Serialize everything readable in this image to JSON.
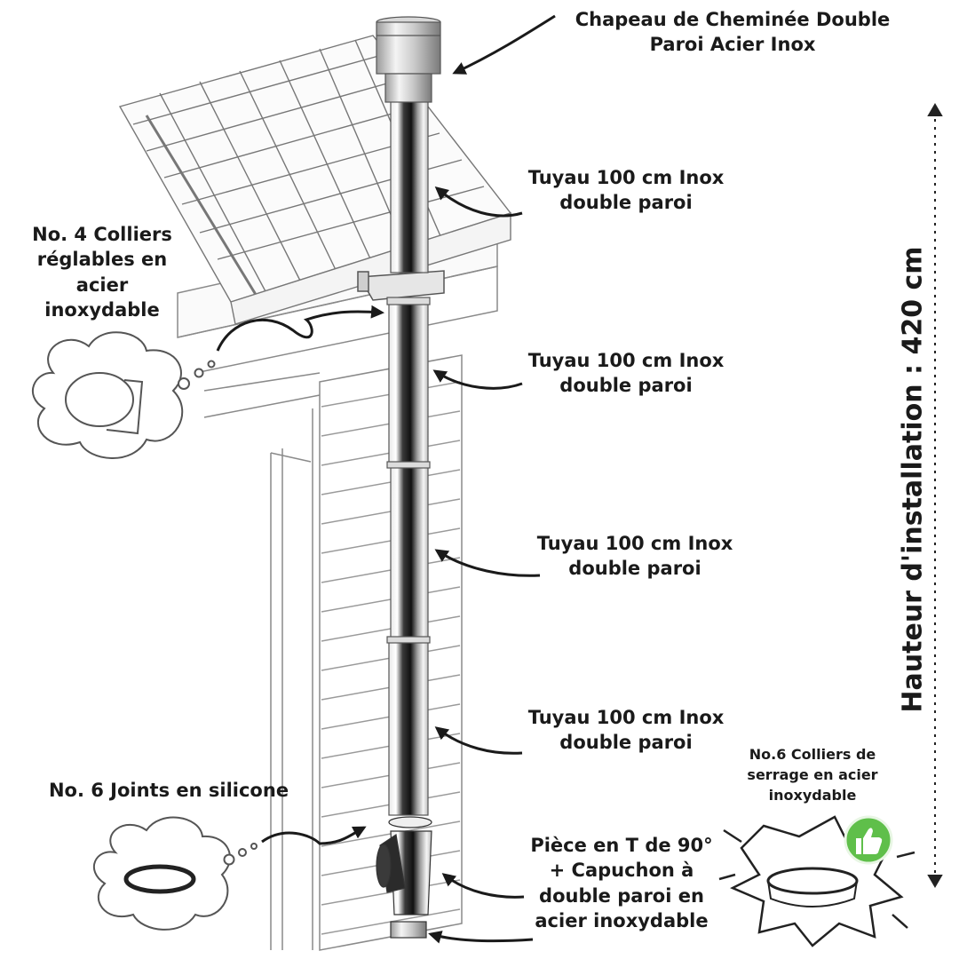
{
  "labels": {
    "cap": [
      "Chapeau de Cheminée Double",
      "Paroi Acier Inox"
    ],
    "pipe_1": [
      "Tuyau 100 cm Inox",
      "double paroi"
    ],
    "pipe_2": [
      "Tuyau 100 cm Inox",
      "double paroi"
    ],
    "pipe_3": [
      "Tuyau 100 cm Inox",
      "double paroi"
    ],
    "pipe_4": [
      "Tuyau 100 cm Inox",
      "double paroi"
    ],
    "tee": [
      "Pièce en T de 90°",
      "+ Capuchon à",
      "double paroi en",
      "acier inoxydable"
    ],
    "collars_4": [
      "No. 4 Colliers",
      "réglables en",
      "acier",
      "inoxydable"
    ],
    "joints": [
      "No. 6 Joints en silicone"
    ],
    "collars_6": [
      "No.6 Colliers de",
      "serrage en acier",
      "inoxydable"
    ],
    "height": "Hauteur d'installation : 420 cm"
  },
  "colors": {
    "text": "#1a1a1a",
    "outline": "#8a8a8a",
    "steel_light": "#f2f2f2",
    "steel_dark": "#1f1f1f",
    "thumb_badge": "#5fbf4a"
  },
  "icons": [
    "roof-tiles",
    "wall-cladding",
    "chimney-cap-icon",
    "wall-bracket-icon",
    "collar-ring-icon",
    "silicone-joint-icon",
    "thumbs-up-icon"
  ]
}
